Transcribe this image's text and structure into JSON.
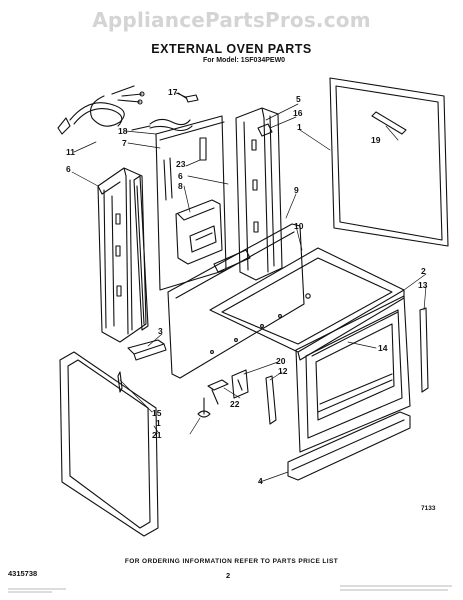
{
  "watermark": "AppliancePartsPros.com",
  "header": {
    "title": "EXTERNAL OVEN PARTS",
    "model": "For Model: 1SF034PEW0"
  },
  "callouts": [
    "17",
    "5",
    "16",
    "1",
    "18",
    "7",
    "19",
    "11",
    "23",
    "6",
    "6",
    "8",
    "9",
    "10",
    "2",
    "13",
    "14",
    "3",
    "20",
    "12",
    "22",
    "15",
    "1",
    "21",
    "4"
  ],
  "footer": {
    "ordering_note": "FOR ORDERING INFORMATION REFER TO PARTS PRICE LIST",
    "doc_number": "4315738",
    "page_number": "2",
    "figure_id": "7133"
  }
}
